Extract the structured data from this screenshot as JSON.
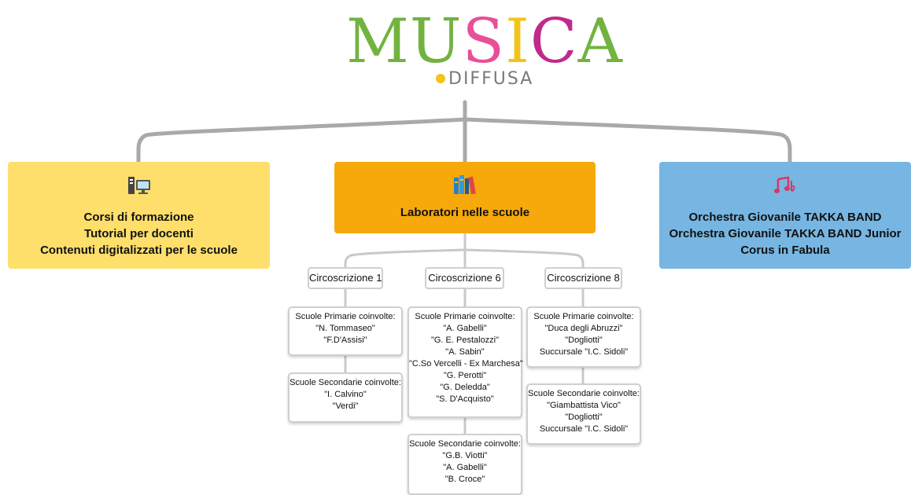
{
  "logo": {
    "letters": [
      {
        "char": "M",
        "color": "#72b340"
      },
      {
        "char": "U",
        "color": "#72b340"
      },
      {
        "char": "S",
        "color": "#e84f97"
      },
      {
        "char": "I",
        "color": "#f2c418"
      },
      {
        "char": "C",
        "color": "#c02a8a"
      },
      {
        "char": "A",
        "color": "#72b340"
      }
    ],
    "subtitle": "DIFFUSA"
  },
  "cards": {
    "left": {
      "icon": "computer-icon",
      "lines": [
        "Corsi di formazione",
        "Tutorial per docenti",
        "Contenuti digitalizzati per le scuole"
      ],
      "color": "#fedf6b"
    },
    "center": {
      "icon": "books-icon",
      "lines": [
        "Laboratori nelle scuole"
      ],
      "color": "#f7a90b"
    },
    "right": {
      "icon": "music-notes-icon",
      "lines": [
        "Orchestra Giovanile TAKKA BAND",
        "Orchestra Giovanile TAKKA BAND Junior",
        "Corus in Fabula"
      ],
      "color": "#77b6e2"
    }
  },
  "circoscrizioni": [
    {
      "label": "Circoscrizione 1",
      "primarie": [
        "Scuole Primarie coinvolte:",
        "\"N. Tommaseo\"",
        "\"F.D'Assisi\""
      ],
      "secondarie": [
        "Scuole Secondarie coinvolte:",
        "\"I. Calvino\"",
        "\"Verdi\""
      ]
    },
    {
      "label": "Circoscrizione 6",
      "primarie": [
        "Scuole Primarie coinvolte:",
        "\"A. Gabelli\"",
        "\"G. E. Pestalozzi\"",
        "\"A. Sabin\"",
        "\"C.So Vercelli - Ex Marchesa\"",
        "\"G. Perotti\"",
        "\"G. Deledda\"",
        "\"S. D'Acquisto\""
      ],
      "secondarie": [
        "Scuole Secondarie coinvolte:",
        "\"G.B. Viotti\"",
        "\"A. Gabelli\"",
        "\"B. Croce\""
      ]
    },
    {
      "label": "Circoscrizione 8",
      "primarie": [
        "Scuole Primarie coinvolte:",
        "\"Duca degli Abruzzi\"",
        "\"Dogliotti\"",
        "Succursale \"I.C. Sidoli\""
      ],
      "secondarie": [
        "Scuole Secondarie coinvolte:",
        "\"Giambattista Vico\"",
        "\"Dogliotti\"",
        "Succursale \"I.C. Sidoli\""
      ]
    }
  ]
}
